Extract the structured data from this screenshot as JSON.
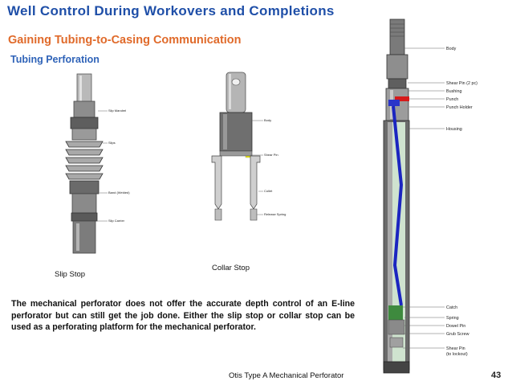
{
  "slide": {
    "title": "Well Control During Workovers and Completions",
    "subtitle": "Gaining Tubing-to-Casing Communication",
    "heading": "Tubing Perforation",
    "body": "The mechanical perforator does not offer the accurate depth control of an E-line perforator but can still get the job done. Either the slip stop or collar stop can be used as a perforating platform for the mechanical perforator.",
    "page_number": "43"
  },
  "figures": {
    "slip_stop": {
      "caption": "Slip Stop",
      "labels": [
        "Slip Mandrel",
        "Slips",
        "Band (Welded)",
        "Slip Carrier"
      ]
    },
    "collar_stop": {
      "caption": "Collar Stop",
      "labels": [
        "Body",
        "Shear Pin",
        "Collet",
        "Release Spring"
      ]
    },
    "perforator": {
      "caption": "Otis Type A Mechanical Perforator",
      "labels": [
        "Body",
        "Shear Pin (2 pc)",
        "Bushing",
        "Punch",
        "Punch Holder",
        "Housing",
        "Catch",
        "Spring",
        "Dowel Pin",
        "Grub Screw",
        "Shear Pin",
        "(to lockout)"
      ]
    }
  },
  "colors": {
    "title": "#1f4fa8",
    "subtitle": "#e06a2a",
    "heading": "#2f63b8"
  }
}
